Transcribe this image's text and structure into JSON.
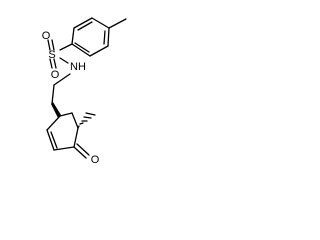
{
  "molecule": {
    "atoms": {
      "sulfur": "S",
      "oxygen_top": "O",
      "oxygen_bottom": "O",
      "nitrogen_h": "NH",
      "ketone_oxygen": "O"
    }
  }
}
